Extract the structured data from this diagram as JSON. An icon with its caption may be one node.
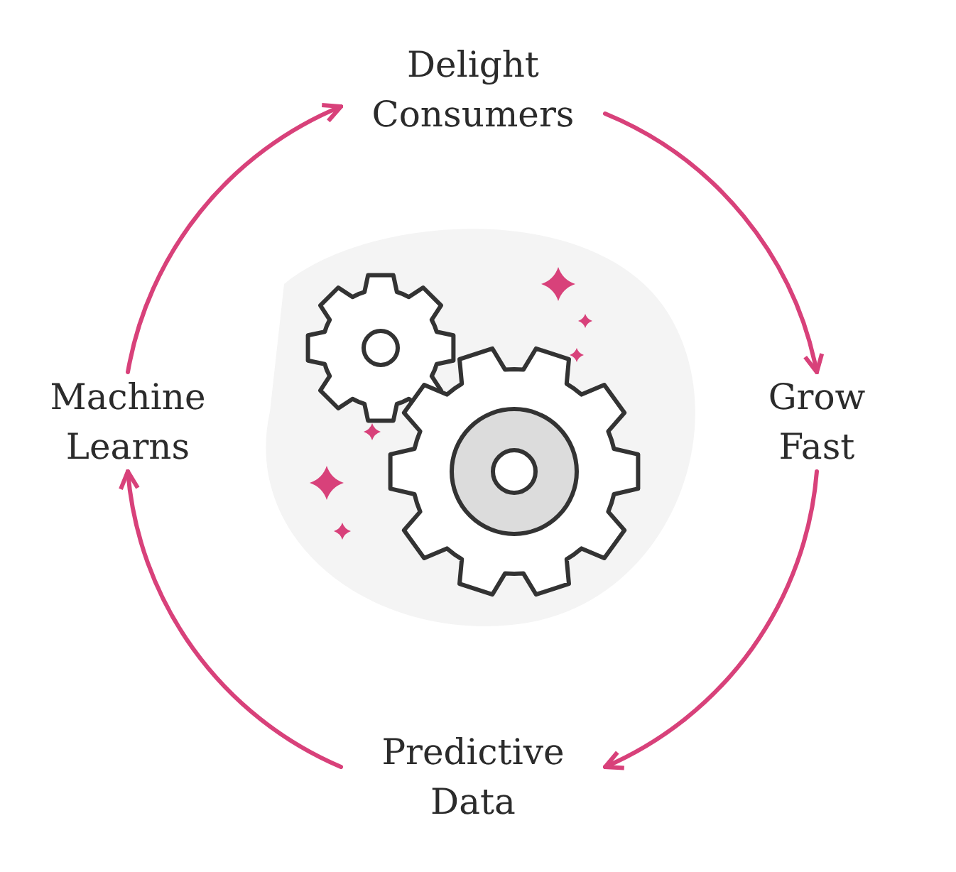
{
  "diagram": {
    "nodes": [
      {
        "text": [
          "Delight Consumers"
        ]
      },
      {
        "text": [
          "Machine Learns"
        ]
      },
      {
        "text": [
          "Grow Fast"
        ]
      },
      {
        "text": [
          "Predictive Data"
        ]
      }
    ],
    "edges": [
      {
        "from": 0,
        "to": 2,
        "arrow": "to"
      },
      {
        "from": 2,
        "to": 3,
        "arrow": "to"
      },
      {
        "from": 3,
        "to": 1,
        "arrow": "to"
      },
      {
        "from": 1,
        "to": 0,
        "arrow": "to"
      }
    ]
  }
}
